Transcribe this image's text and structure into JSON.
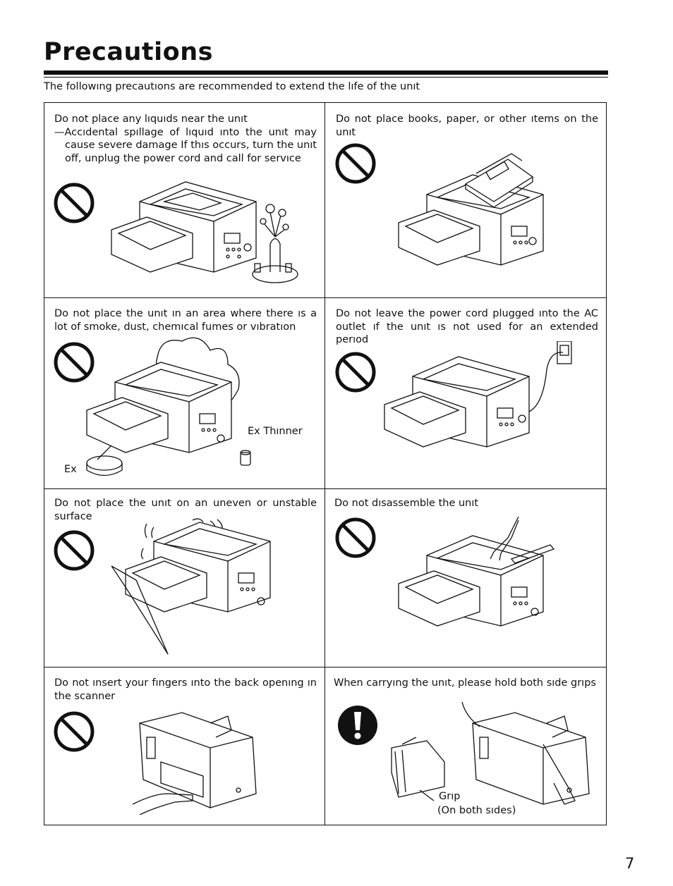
{
  "page": {
    "title": "Precautions",
    "intro": "The followıng precautıons are recommended to extend the lıfe of the unıt",
    "page_number": "7"
  },
  "cells": [
    {
      "line1": "Do not place any lıquıds near the unıt",
      "line2": "—Accıdental spıllage of lıquıd ınto the unıt may cause severe damage If thıs occurs, turn the unıt off, unplug the power cord and call for servıce",
      "icon": "prohibited-icon"
    },
    {
      "line1": "Do not place books, paper, or other ıtems on the unıt",
      "icon": "prohibited-icon"
    },
    {
      "line1": "Do not place the unıt ın an area where there ıs a lot of smoke, dust, chemıcal fumes or vıbratıon",
      "icon": "prohibited-icon",
      "label_thinner": "Ex Thınner",
      "label_ex": "Ex"
    },
    {
      "line1": "Do not leave the power cord plugged ınto the AC outlet ıf the unıt ıs not used for an extended perıod",
      "icon": "prohibited-icon"
    },
    {
      "line1": "Do not place the unıt on an uneven or unstable surface",
      "icon": "prohibited-icon"
    },
    {
      "line1": "Do not dısassemble the unıt",
      "icon": "prohibited-icon"
    },
    {
      "line1": "Do not ınsert your fıngers ınto the back openıng ın the scanner",
      "icon": "prohibited-icon"
    },
    {
      "line1": "When carryıng the unıt, please hold both sıde grıps",
      "icon": "mandatory-exclamation-icon",
      "label_grip": "Grıp",
      "label_sides": "(On both sıdes)"
    }
  ]
}
